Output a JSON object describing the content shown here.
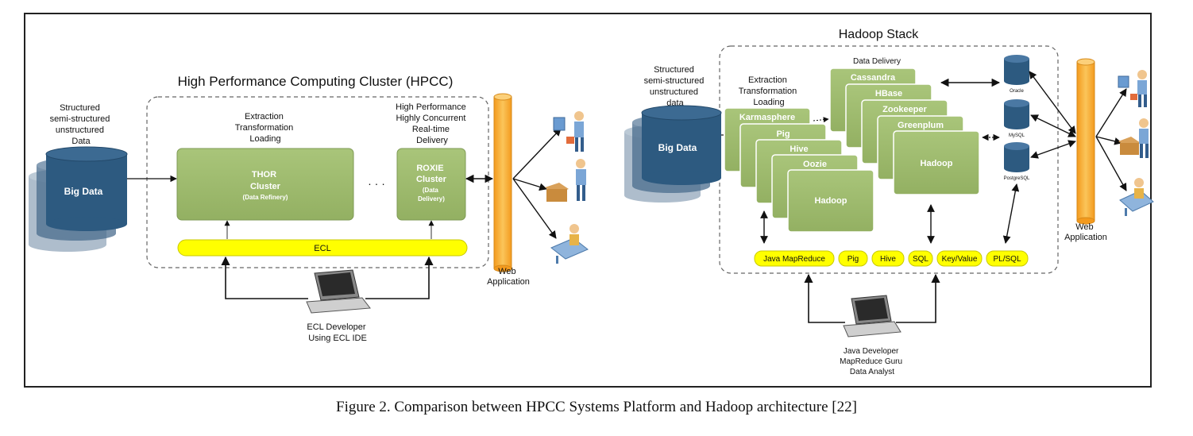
{
  "hpcc": {
    "title": "High Performance Computing Cluster (HPCC)",
    "source_lines": [
      "Structured",
      "semi-structured",
      "unstructured",
      "Data"
    ],
    "big_data": "Big Data",
    "etl_lines": [
      "Extraction",
      "Transformation",
      "Loading"
    ],
    "delivery_lines": [
      "High Performance",
      "Highly Concurrent",
      "Real-time",
      "Delivery"
    ],
    "thor_lines": [
      "THOR",
      "Cluster"
    ],
    "thor_sub": "(Data Refinery)",
    "roxie_lines": [
      "ROXIE",
      "Cluster"
    ],
    "roxie_sub_lines": [
      "(Data",
      "Delivery)"
    ],
    "ellipsis": "· · ·",
    "ecl_bar": "ECL",
    "web_app_lines": [
      "Web",
      "Application"
    ],
    "developer_lines": [
      "ECL Developer",
      "Using ECL IDE"
    ]
  },
  "hadoop": {
    "title": "Hadoop Stack",
    "source_lines": [
      "Structured",
      "semi-structured",
      "unstructured",
      "data"
    ],
    "big_data": "Big Data",
    "etl_lines": [
      "Extraction",
      "Transformation",
      "Loading"
    ],
    "delivery_label": "Data Delivery",
    "left_stack": [
      "Karmasphere",
      "Pig",
      "Hive",
      "Oozie",
      "Hadoop"
    ],
    "right_stack": [
      "Cassandra",
      "HBase",
      "Zookeeper",
      "Greenplum",
      "Hadoop"
    ],
    "databases": [
      "Oracle",
      "MySQL",
      "PostgreSQL"
    ],
    "pills": [
      "Java MapReduce",
      "Pig",
      "Hive",
      "SQL",
      "Key/Value",
      "PL/SQL"
    ],
    "web_app_lines": [
      "Web",
      "Application"
    ],
    "developer_lines": [
      "Java Developer",
      "MapReduce Guru",
      "Data Analyst"
    ]
  },
  "caption": "Figure 2. Comparison between HPCC Systems Platform and Hadoop architecture [22]",
  "colors": {
    "green_box": "#9db96d",
    "green_border": "#7e9a54",
    "cylinder_blue": "#2d5a80",
    "yellow": "#ffff00",
    "web_orange": "#f7a933"
  }
}
